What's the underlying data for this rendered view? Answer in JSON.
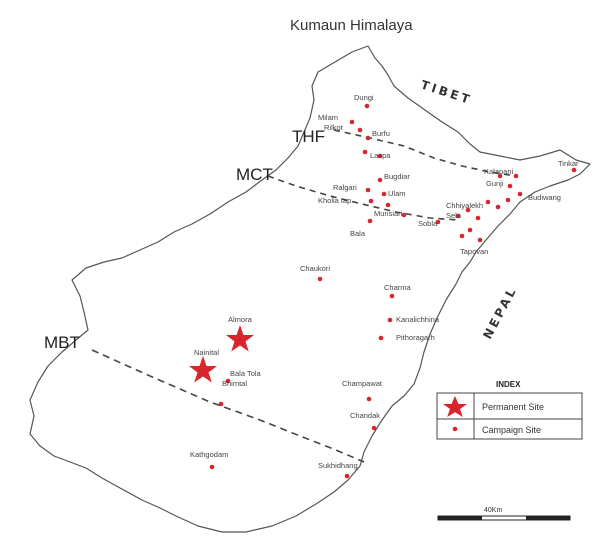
{
  "title": "Kumaun Himalaya",
  "faults": {
    "thf": "THF",
    "mct": "MCT",
    "mbt": "MBT"
  },
  "countries": {
    "tibet": "TIBET",
    "nepal": "NEPAL"
  },
  "permanent_sites": [
    {
      "id": "almora",
      "label": "Almora"
    },
    {
      "id": "nainital",
      "label": "Nainital"
    }
  ],
  "campaign_sites": [
    {
      "id": "dungi",
      "label": "Dungi"
    },
    {
      "id": "milam",
      "label": "Milam"
    },
    {
      "id": "rilkot",
      "label": "Rilkot"
    },
    {
      "id": "burfu",
      "label": "Burfu"
    },
    {
      "id": "laspa",
      "label": "Laspa"
    },
    {
      "id": "bugdiar",
      "label": "Bugdiar"
    },
    {
      "id": "ralgari",
      "label": "Ralgari"
    },
    {
      "id": "ulam",
      "label": "Ulam"
    },
    {
      "id": "kholia-tap",
      "label": "Kholia tap"
    },
    {
      "id": "munsiari",
      "label": "Munsiari"
    },
    {
      "id": "bala",
      "label": "Bala"
    },
    {
      "id": "kalapani",
      "label": "Kalapani"
    },
    {
      "id": "gunji",
      "label": "Gunji"
    },
    {
      "id": "tinkar",
      "label": "Tinkar"
    },
    {
      "id": "budiwang",
      "label": "Budiwang"
    },
    {
      "id": "chhiyalekh",
      "label": "Chhiyalekh"
    },
    {
      "id": "sela",
      "label": "Sela"
    },
    {
      "id": "sobla",
      "label": "Sobla"
    },
    {
      "id": "tapovan",
      "label": "Tapovan"
    },
    {
      "id": "chaukori",
      "label": "Chaukori"
    },
    {
      "id": "charma",
      "label": "Charma"
    },
    {
      "id": "kanalichhina",
      "label": "Kanalichhina"
    },
    {
      "id": "pithoragarh",
      "label": "Pithoragarh"
    },
    {
      "id": "bala-tola",
      "label": "Bala Tola"
    },
    {
      "id": "bhimtal",
      "label": "Bhimtal"
    },
    {
      "id": "champawat",
      "label": "Champawat"
    },
    {
      "id": "chandak",
      "label": "Chandak"
    },
    {
      "id": "kathgodam",
      "label": "Kathgodam"
    },
    {
      "id": "sukhidhang",
      "label": "Sukhidhang"
    }
  ],
  "legend": {
    "title": "INDEX",
    "permanent": "Permanent Site",
    "campaign": "Campaign Site"
  },
  "scale": {
    "label": "40Km"
  },
  "colors": {
    "site": "#d8262e",
    "boundary": "#555555",
    "fault_line": "#444444"
  }
}
